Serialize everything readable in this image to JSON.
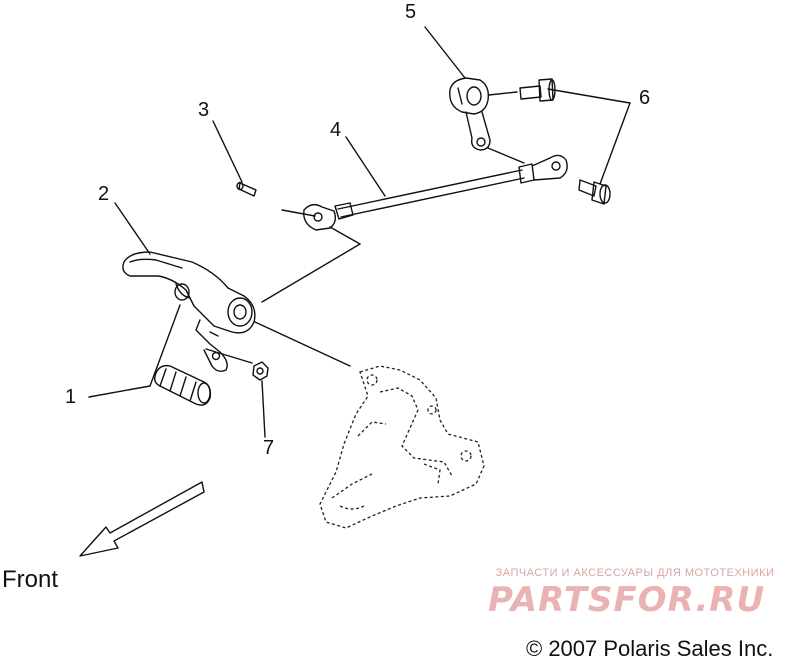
{
  "callouts": [
    {
      "id": "1",
      "label": "1"
    },
    {
      "id": "2",
      "label": "2"
    },
    {
      "id": "3",
      "label": "3"
    },
    {
      "id": "4",
      "label": "4"
    },
    {
      "id": "5",
      "label": "5"
    },
    {
      "id": "6",
      "label": "6"
    },
    {
      "id": "7",
      "label": "7"
    }
  ],
  "direction_label": "Front",
  "watermark": {
    "tagline": "ЗАПЧАСТИ И АКСЕССУАРЫ ДЛЯ МОТОТЕХНИКИ",
    "logo": "PARTSFOR.RU"
  },
  "copyright": "© 2007 Polaris Sales Inc.",
  "colors": {
    "line": "#111111",
    "watermark": "#e0a0a0"
  }
}
